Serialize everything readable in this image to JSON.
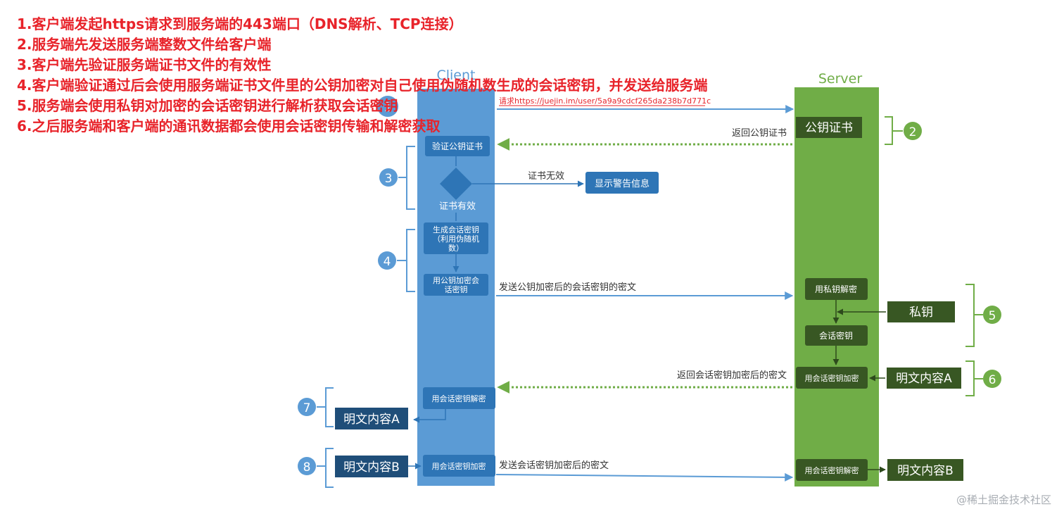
{
  "steps": [
    "1.客户端发起https请求到服务端的443端口（DNS解析、TCP连接）",
    "2.服务端先发送服务端整数文件给客户端",
    "3.客户端先验证服务端证书文件的有效性",
    "4.客户端验证通过后会使用服务端证书文件里的公钥加密对自己使用伪随机数生成的会话密钥，并发送给服务端",
    "5.服务端会使用私钥对加密的会话密钥进行解析获取会话密钥",
    "6.之后服务端和客户端的通讯数据都会使用会话密钥传输和解密获取"
  ],
  "lanes": {
    "client": "Client",
    "server": "Server"
  },
  "client": {
    "verify_cert": "验证公钥证书",
    "cert_valid": "证书有效",
    "gen_key_lines": [
      "生成会话密钥",
      "（利用伪随机",
      "数）"
    ],
    "encrypt_key_lines": [
      "用公钥加密会",
      "话密钥"
    ],
    "decrypt_with_key": "用会话密钥解密",
    "encrypt_with_key": "用会话密钥加密"
  },
  "server": {
    "public_cert": "公钥证书",
    "private_decrypt": "用私钥解密",
    "session_key": "会话密钥",
    "encrypt_with_key": "用会话密钥加密",
    "decrypt_with_key": "用会话密钥解密"
  },
  "external": {
    "warning": "显示警告信息",
    "private_key": "私钥",
    "plain_a_server": "明文内容A",
    "plain_a_client": "明文内容A",
    "plain_b_client": "明文内容B",
    "plain_b_server": "明文内容B"
  },
  "labels": {
    "request": "请求https://juejin.im/user/5a9a9cdcf265da238b7d771c",
    "return_cert": "返回公钥证书",
    "cert_invalid": "证书无效",
    "send_encrypted_key": "发送公钥加密后的会话密钥的密文",
    "return_encrypted": "返回会话密钥加密后的密文",
    "send_encrypted": "发送会话密钥加密后的密文"
  },
  "badges": {
    "b1": "1",
    "b2": "2",
    "b3": "3",
    "b4": "4",
    "b5": "5",
    "b6": "6",
    "b7": "7",
    "b8": "8"
  },
  "watermark": "@稀土掘金技术社区",
  "colors": {
    "client_lane": "#5b9bd5",
    "client_box": "#2e75b6",
    "server_lane": "#70ad47",
    "server_box": "#385723",
    "badge_blue": "#5b9bd5",
    "badge_green": "#70ad47",
    "title_red": "#e8232a",
    "arrow_blue": "#5b9bd5",
    "arrow_green": "#70ad47",
    "plain_box_blue": "#1f4e79",
    "warning_box": "#2e75b6"
  }
}
